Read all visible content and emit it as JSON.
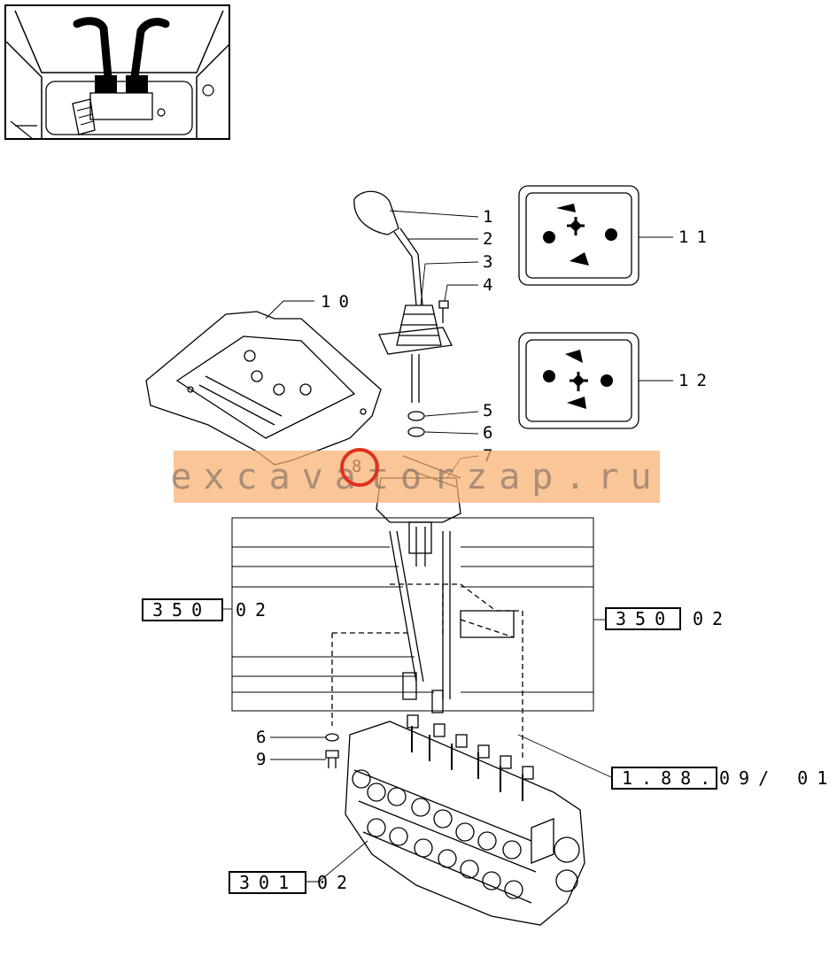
{
  "callouts": {
    "c1": "1",
    "c2": "2",
    "c3": "3",
    "c4": "4",
    "c5": "5",
    "c6": "6",
    "c7": "7",
    "c8": "8",
    "c10": "10",
    "c11": "11",
    "c12": "12",
    "c6b": "6",
    "c9": "9"
  },
  "references": {
    "left_350": {
      "box": "350",
      "suffix": "02"
    },
    "right_350": {
      "box": "350",
      "suffix": "02"
    },
    "ref_188": {
      "box": "1.88.",
      "suffix": "09/ 01"
    },
    "ref_301": {
      "box": "301",
      "suffix": "02"
    }
  },
  "watermark": {
    "text": "excavatorzap.ru"
  },
  "colors": {
    "watermark_bg": "#f8b070",
    "highlight": "#e0301e",
    "line": "#000000"
  }
}
